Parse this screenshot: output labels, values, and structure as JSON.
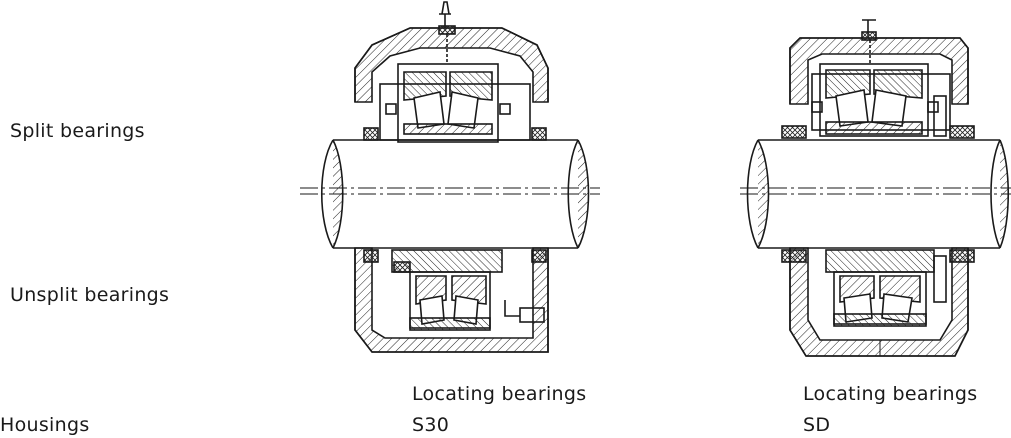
{
  "rows": {
    "split": "Split bearings",
    "unsplit": "Unsplit bearings",
    "housings": "Housings"
  },
  "columns": [
    {
      "kind": "Locating bearings",
      "code": "S30"
    },
    {
      "kind": "Locating bearings",
      "code": "SD"
    }
  ]
}
